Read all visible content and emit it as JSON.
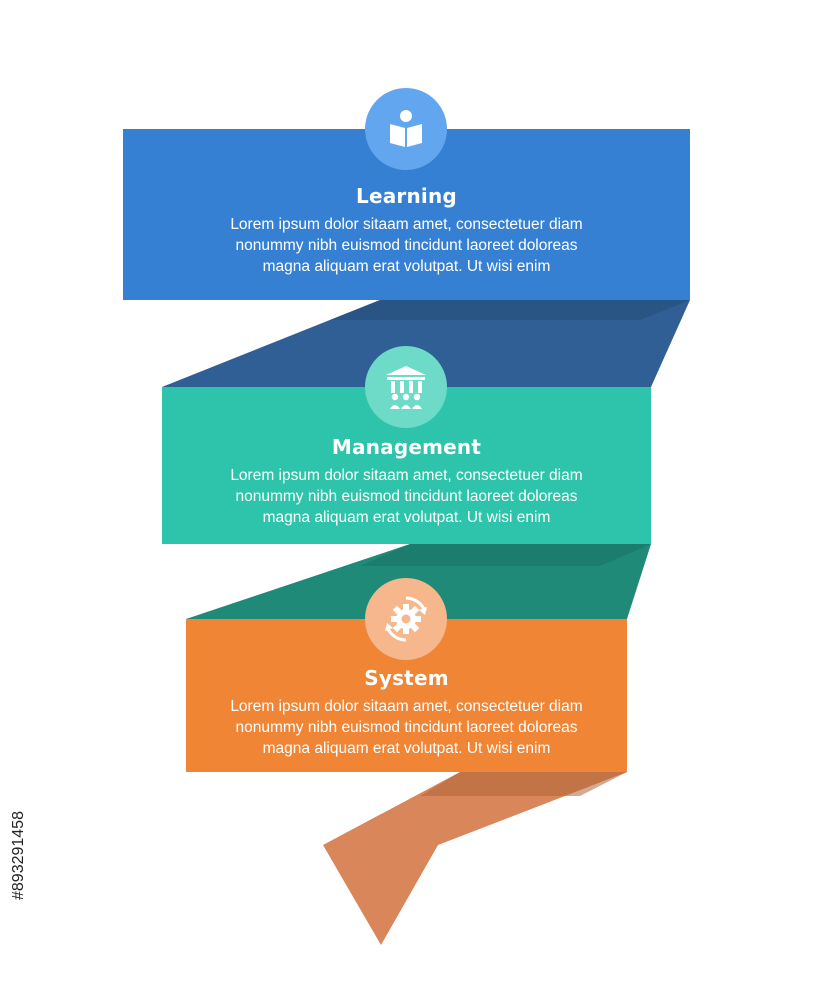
{
  "sections": [
    {
      "title": "Learning",
      "body": [
        "Lorem ipsum dolor sitaam amet, consectetuer diam",
        "nonummy  nibh euismod tincidunt laoreet doloreas",
        "magna aliquam erat volutpat. Ut wisi enim"
      ],
      "color": "#3680d3",
      "icon": "reader-book-icon"
    },
    {
      "title": "Management",
      "body": [
        "Lorem ipsum dolor sitaam amet, consectetuer diam",
        "nonummy  nibh euismod tincidunt laoreet doloreas",
        "magna aliquam erat volutpat. Ut wisi enim"
      ],
      "color": "#2ec4ab",
      "icon": "institution-people-icon"
    },
    {
      "title": "System",
      "body": [
        "Lorem ipsum dolor sitaam amet, consectetuer diam",
        "nonummy  nibh euismod tincidunt laoreet doloreas",
        "magna aliquam erat volutpat. Ut wisi enim"
      ],
      "color": "#f08535",
      "icon": "gear-cycle-icon"
    }
  ],
  "watermark": {
    "id_text": "#893291458"
  }
}
